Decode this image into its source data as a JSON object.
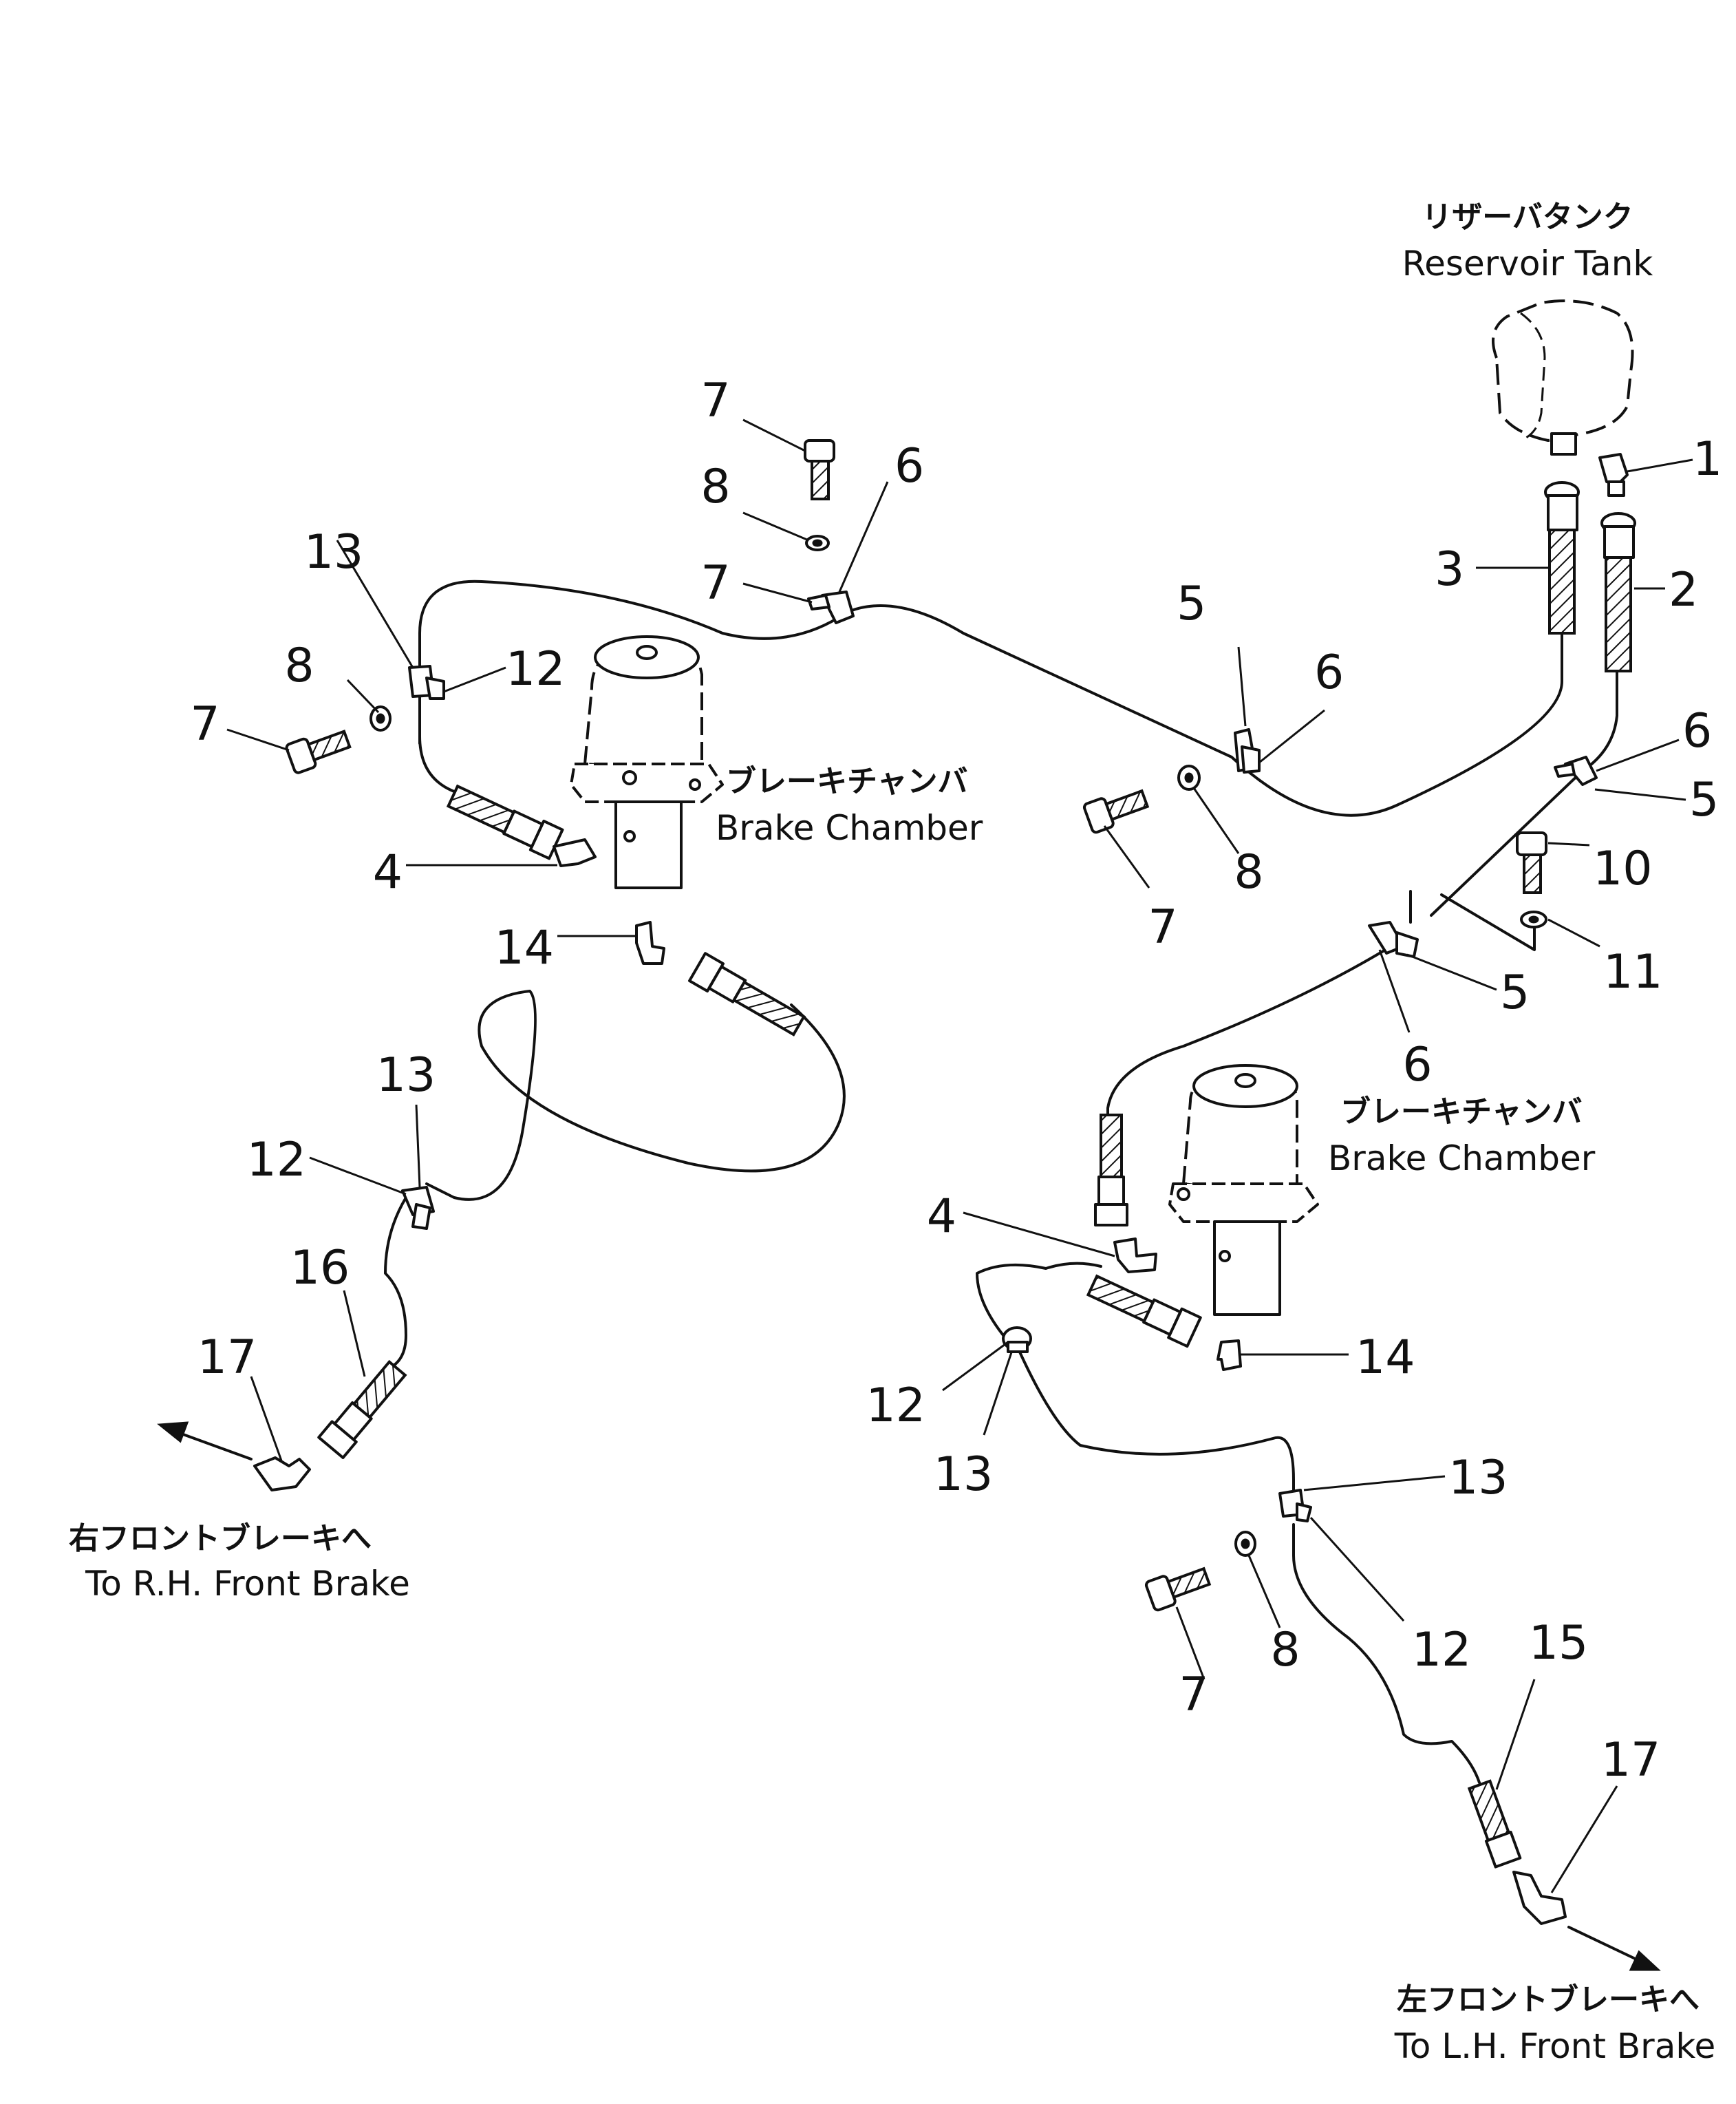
{
  "labels": {
    "reservoir_jp": "リザーバタンク",
    "reservoir_en": "Reservoir Tank",
    "brake_chamber_jp": "ブレーキチャンバ",
    "brake_chamber_en": "Brake Chamber",
    "rh_front_brake_jp": "右フロントブレーキへ",
    "rh_front_brake_en": "To R.H. Front Brake",
    "lh_front_brake_jp": "左フロントブレーキへ",
    "lh_front_brake_en": "To L.H. Front Brake"
  },
  "callouts": {
    "n1": "1",
    "n2": "2",
    "n3": "3",
    "n4a": "4",
    "n4b": "4",
    "n5a": "5",
    "n5b": "5",
    "n5c": "5",
    "n6a": "6",
    "n6b": "6",
    "n6c": "6",
    "n6d": "6",
    "n7a": "7",
    "n7b": "7",
    "n7c": "7",
    "n7d": "7",
    "n7e": "7",
    "n8a": "8",
    "n8b": "8",
    "n8c": "8",
    "n8d": "8",
    "n10": "10",
    "n11": "11",
    "n12a": "12",
    "n12b": "12",
    "n12c": "12",
    "n12d": "12",
    "n13a": "13",
    "n13b": "13",
    "n13c": "13",
    "n13d": "13",
    "n14a": "14",
    "n14b": "14",
    "n15": "15",
    "n16": "16",
    "n17a": "17",
    "n17b": "17"
  }
}
